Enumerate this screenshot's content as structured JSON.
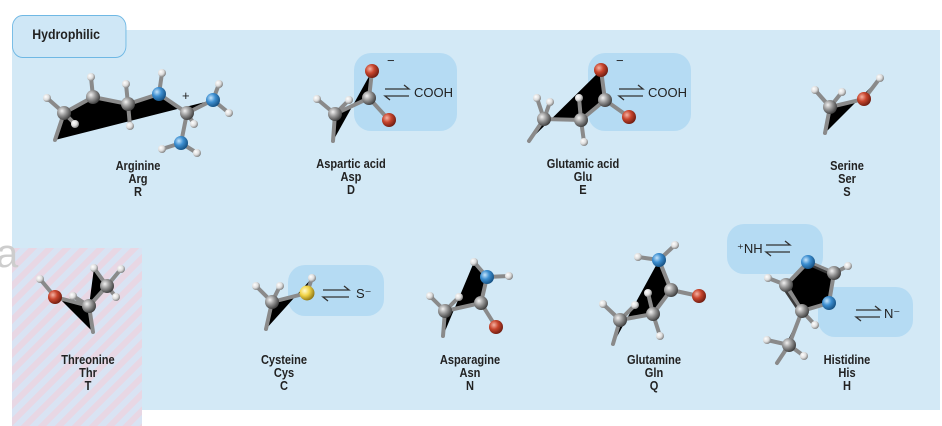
{
  "panel": {
    "tab_title": "Hydrophilic"
  },
  "amino_acids": [
    {
      "name": "Arginine",
      "abbr": "Arg",
      "letter": "R"
    },
    {
      "name": "Aspartic acid",
      "abbr": "Asp",
      "letter": "D"
    },
    {
      "name": "Glutamic acid",
      "abbr": "Glu",
      "letter": "E"
    },
    {
      "name": "Serine",
      "abbr": "Ser",
      "letter": "S"
    },
    {
      "name": "Threonine",
      "abbr": "Thr",
      "letter": "T"
    },
    {
      "name": "Cysteine",
      "abbr": "Cys",
      "letter": "C"
    },
    {
      "name": "Asparagine",
      "abbr": "Asn",
      "letter": "N"
    },
    {
      "name": "Glutamine",
      "abbr": "Gln",
      "letter": "Q"
    },
    {
      "name": "Histidine",
      "abbr": "His",
      "letter": "H"
    }
  ],
  "annotations": {
    "arg_charge": "+",
    "asp_charge": "−",
    "asp_form": "COOH",
    "glu_charge": "−",
    "glu_form": "COOH",
    "cys_form": "S⁻",
    "his_form_top": "⁺NH",
    "his_form_bottom": "N⁻"
  },
  "legend_colors": {
    "carbon": "#8c8c8c",
    "oxygen": "#c8452d",
    "nitrogen": "#3d8fd1",
    "hydrogen": "#dcdcdc",
    "sulfur": "#f2d54a"
  }
}
